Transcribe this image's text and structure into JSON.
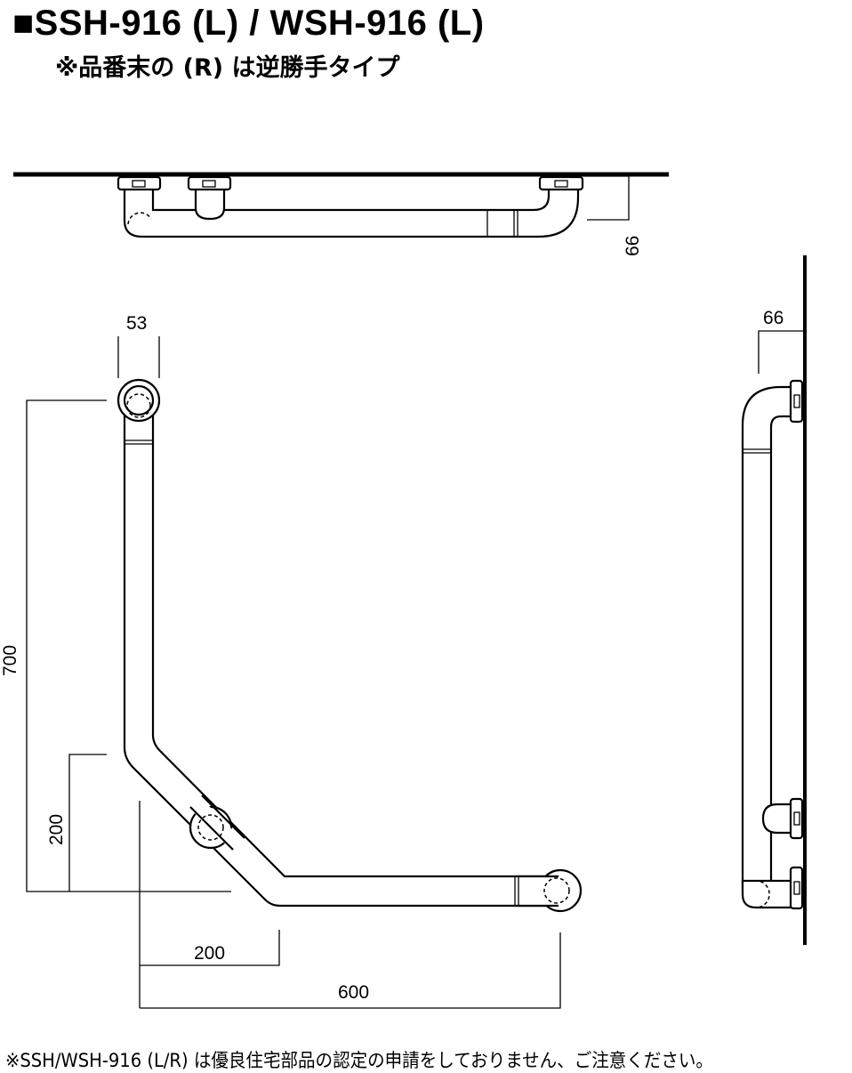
{
  "title": "■SSH-916 (L) / WSH-916 (L)",
  "subtitle": "※品番末の (R) は逆勝手タイプ",
  "dimensions": {
    "top_depth": "66",
    "side_depth": "66",
    "pipe_diameter": "53",
    "total_height": "700",
    "bend_height": "200",
    "bend_width": "200",
    "total_width": "600"
  },
  "footnote": "※SSH/WSH-916 (L/R) は優良住宅部品の認定の申請をしておりません、ご注意ください。"
}
